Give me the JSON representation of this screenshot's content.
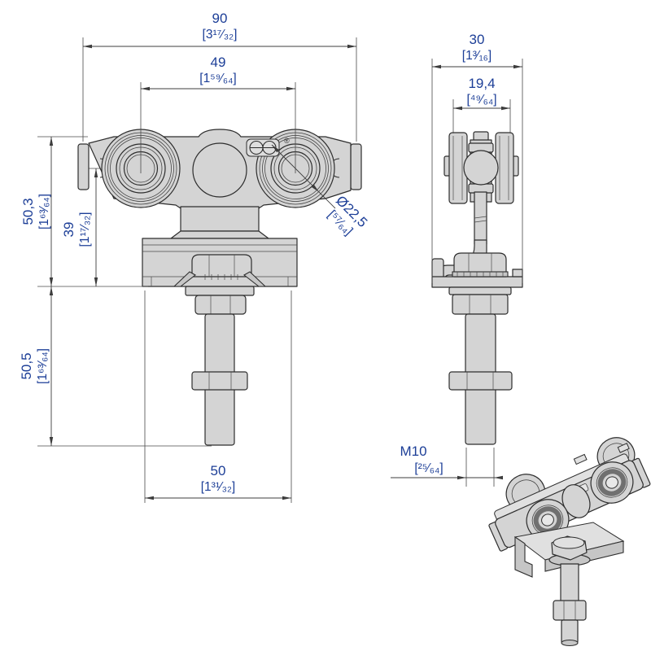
{
  "drawing": {
    "type": "technical-dimension-drawing",
    "subject": "sliding-door trolley roller assembly, front view, side view and isometric view"
  },
  "dimensions": {
    "overall_width": {
      "value": "90",
      "imperial": "[3¹⁷⁄₃₂]"
    },
    "roller_center_spacing": {
      "value": "49",
      "imperial": "[1⁵⁹⁄₆₄]"
    },
    "side_overall_width": {
      "value": "30",
      "imperial": "[1³⁄₁₆]"
    },
    "wheel_face_spacing": {
      "value": "19,4",
      "imperial": "[⁴⁹⁄₆₄]"
    },
    "height_upper": {
      "value": "50,3",
      "imperial": "[1⁶³⁄₆₄]"
    },
    "height_body": {
      "value": "39",
      "imperial": "[1¹⁷⁄₃₂]"
    },
    "height_lower": {
      "value": "50,5",
      "imperial": "[1⁶³⁄₆₄]"
    },
    "plate_width": {
      "value": "50",
      "imperial": "[1³¹⁄₃₂]"
    },
    "wheel_diameter": {
      "value": "Ø22,5",
      "imperial": "[⁵⁷⁄₆₄]"
    },
    "thread_size": {
      "value": "M10",
      "imperial": "[²⁵⁄₆₄]"
    }
  },
  "annotations": {
    "registered_mark": "®"
  },
  "colors": {
    "dimension_text": "#1c3e97",
    "part_fill": "#d4d4d4",
    "line": "#2d2d2d",
    "background": "#ffffff"
  }
}
